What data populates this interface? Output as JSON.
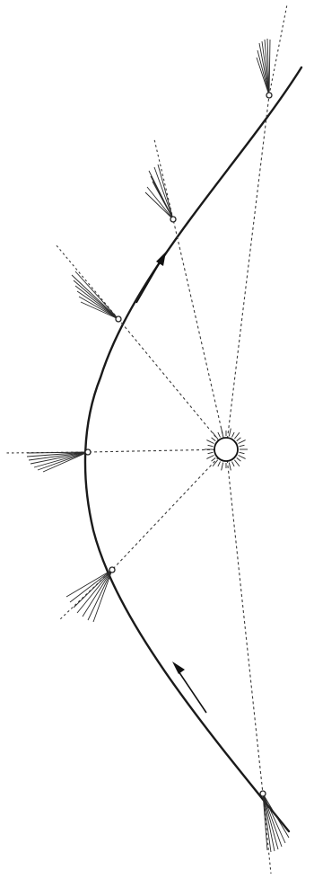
{
  "diagram": {
    "subject": "comet-orbit-around-sun",
    "colors": {
      "background": "#ffffff",
      "ink": "#1a1a1a"
    },
    "comet_positions": 6,
    "direction_arrows": 2
  }
}
